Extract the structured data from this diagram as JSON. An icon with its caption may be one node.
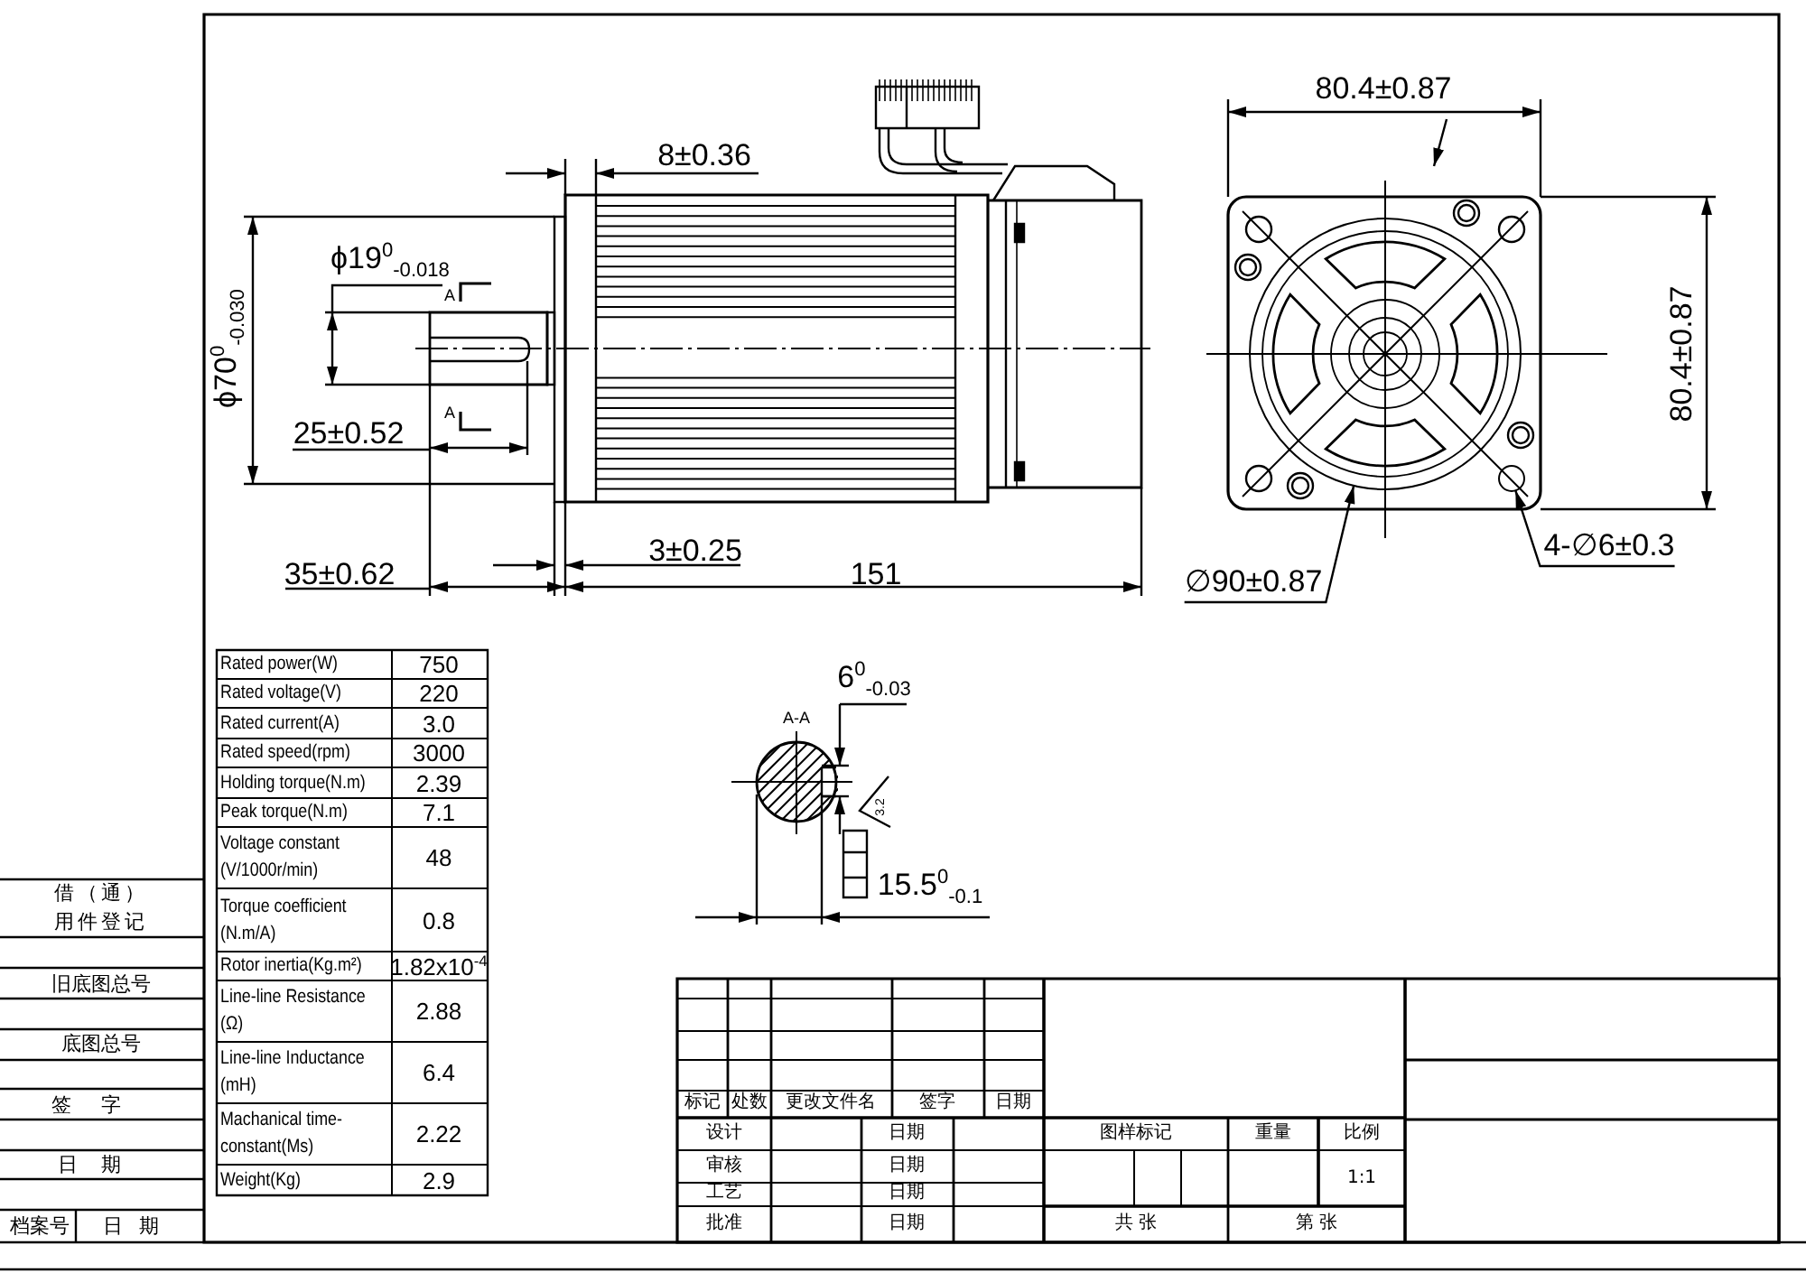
{
  "diagram": {
    "nodes": [
      {
        "text": [
          "∅90±0.87"
        ]
      },
      {
        "text": [
          "4-∅6±0.3"
        ]
      },
      {
        "text": [],
        "shape": "circle"
      },
      {
        "text": [],
        "shape": "circle"
      }
    ],
    "edges": [
      {
        "from": 0,
        "to": 2,
        "arrow": "to"
      },
      {
        "from": 1,
        "to": 3,
        "arrow": "to"
      }
    ],
    "labels": [
      "8±0.36",
      "80.4±0.87",
      "ϕ19$^{0}$$_{-0.018}$",
      "A",
      "ϕ70$^{0}$$_{-0.030}$",
      "80.4±0.87",
      "A",
      "25±0.52",
      "3±0.25",
      "35±0.62",
      "151",
      "6$^{0}$$_{-0.03}$",
      "A-A",
      "3.2",
      "15.5$^{0}$$_{-0.1}$",
      "Rated power(W)",
      "750",
      "Rated voltage(V)",
      "220",
      "Rated current(A)",
      "3.0",
      "Rated speed(rpm)",
      "3000",
      "Holding torque(N.m)",
      "2.39",
      "Peak torque(N.m)",
      "7.1",
      "Voltage constant (V/1000r/min)",
      "48",
      "Torque coefficient (N.m/A)",
      "0.8",
      "Rotor inertia(Kg.m²)",
      "1.82x10$^{-4}$",
      "Line-line Resistance (Ω)",
      "2.88",
      "Line-line Inductance (mH)",
      "6.4",
      "Machanical time-constant(Ms)",
      "2.22",
      "Weight(Kg)",
      "2.9",
      "借（通）用件登记",
      "旧底图总号",
      "底图总号",
      "签字",
      "日期",
      "档案号",
      "日期",
      "标记",
      "处数",
      "更改文件名",
      "签字",
      "日期",
      "设计",
      "日期",
      "审核",
      "日期",
      "工艺",
      "日期",
      "批准",
      "日期",
      "图样标记",
      "重量",
      "比例",
      "1:1",
      "共 张",
      "第 张"
    ]
  }
}
